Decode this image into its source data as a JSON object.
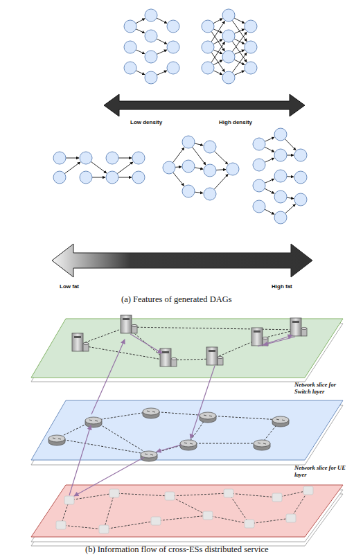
{
  "diagram": {
    "labels": [
      "Low density",
      "High density",
      "Low fat",
      "High fat",
      "(a) Features of generated DAGs",
      "Network slice for Switch layer",
      "Network slice for UE layer",
      "(b) Information flow of cross-ESs distributed service"
    ]
  }
}
